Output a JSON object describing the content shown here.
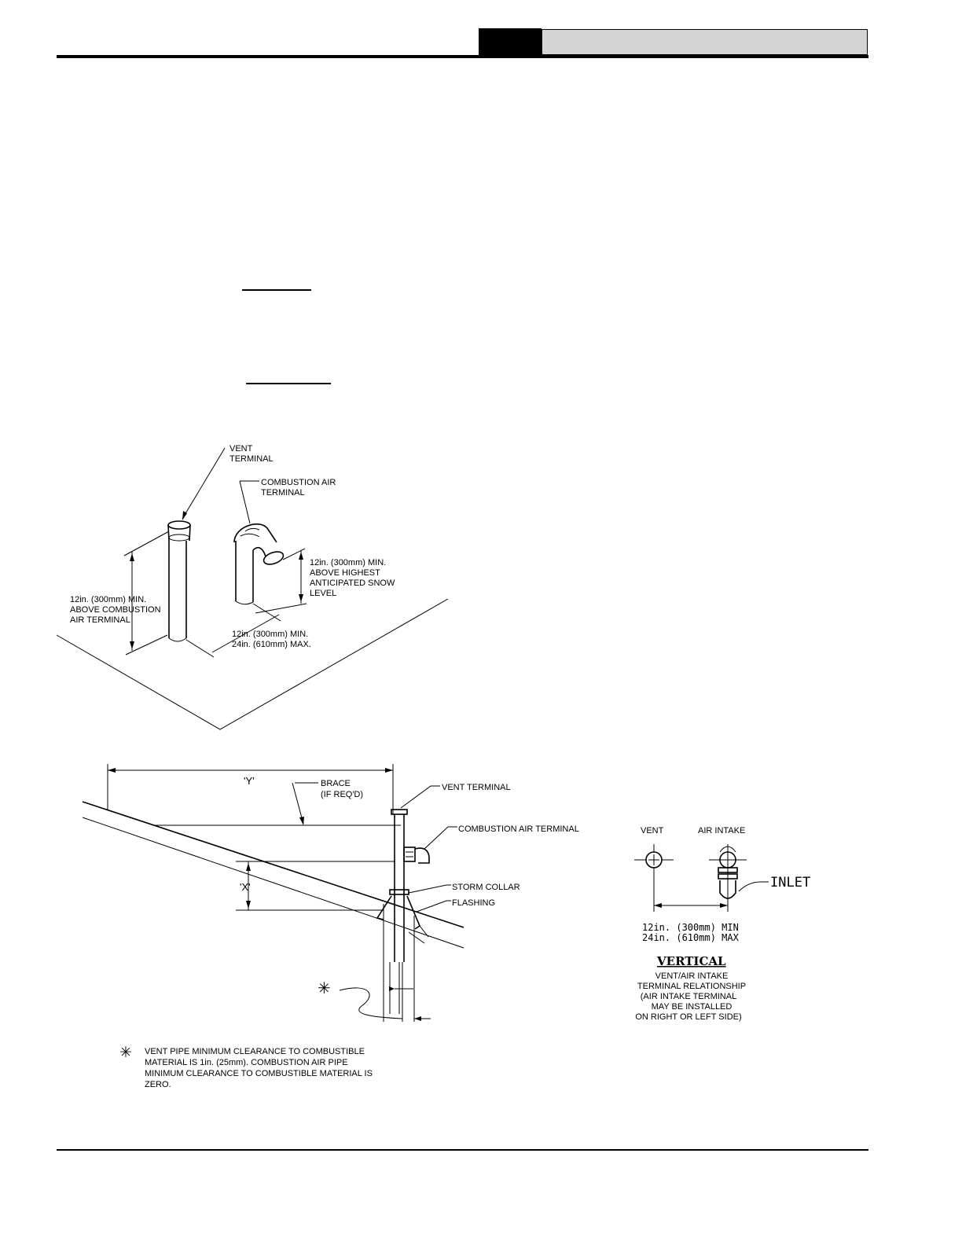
{
  "isometric_figure": {
    "vent_terminal_label": [
      "VENT",
      "TERMINAL"
    ],
    "combustion_air_label": [
      "COMBUSTION AIR",
      "TERMINAL"
    ],
    "snow_level_label": [
      "12in. (300mm) MIN.",
      "ABOVE HIGHEST",
      "ANTICIPATED SNOW",
      "LEVEL"
    ],
    "above_air_label": [
      "12in. (300mm) MIN.",
      "ABOVE COMBUSTION",
      "AIR TERMINAL"
    ],
    "spacing_label": [
      "12in. (300mm) MIN.",
      "24in. (610mm) MAX."
    ]
  },
  "roof_figure": {
    "y_dim": "'Y'",
    "x_dim": "'X'",
    "brace_label": [
      "BRACE",
      "(IF REQ'D)"
    ],
    "vent_terminal": "VENT TERMINAL",
    "combustion_air_terminal": "COMBUSTION AIR TERMINAL",
    "storm_collar": "STORM COLLAR",
    "flashing": "FLASHING",
    "asterisk": "✳"
  },
  "footnote": {
    "symbol": "✳",
    "lines": [
      "VENT PIPE MINIMUM CLEARANCE TO COMBUSTIBLE",
      "MATERIAL IS 1in. (25mm).  COMBUSTION AIR PIPE",
      "MINIMUM CLEARANCE TO COMBUSTIBLE MATERIAL IS",
      "ZERO."
    ]
  },
  "plan_figure": {
    "vent_label": "VENT",
    "air_intake_label": "AIR INTAKE",
    "inlet_label": "INLET",
    "spacing": [
      "12in. (300mm) MIN",
      "24in. (610mm) MAX"
    ],
    "title": "VERTICAL",
    "caption": [
      "VENT/AIR INTAKE",
      "TERMINAL RELATIONSHIP",
      "(AIR INTAKE TERMINAL",
      "MAY BE INSTALLED",
      "ON RIGHT OR LEFT SIDE)"
    ]
  }
}
